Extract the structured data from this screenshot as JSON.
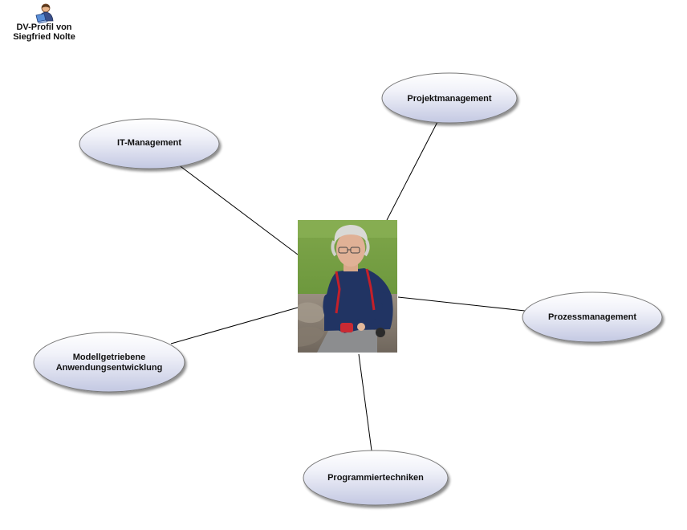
{
  "header": {
    "icon": "person-with-laptop-icon",
    "title_line1": "DV-Profil von",
    "title_line2": "Siegfried Nolte"
  },
  "center": {
    "image": "portrait-photo"
  },
  "nodes": [
    {
      "label": "Projektmanagement"
    },
    {
      "label": "IT-Management"
    },
    {
      "label": "Prozessmanagement"
    },
    {
      "label_line1": "Modellgetriebene",
      "label_line2": "Anwendungsentwicklung"
    },
    {
      "label": "Programmiertechniken"
    }
  ],
  "colors": {
    "ellipse_fill_top": "#ffffff",
    "ellipse_fill_bottom": "#c9cde4",
    "ellipse_stroke": "#7a7a7a",
    "connector": "#000000"
  }
}
